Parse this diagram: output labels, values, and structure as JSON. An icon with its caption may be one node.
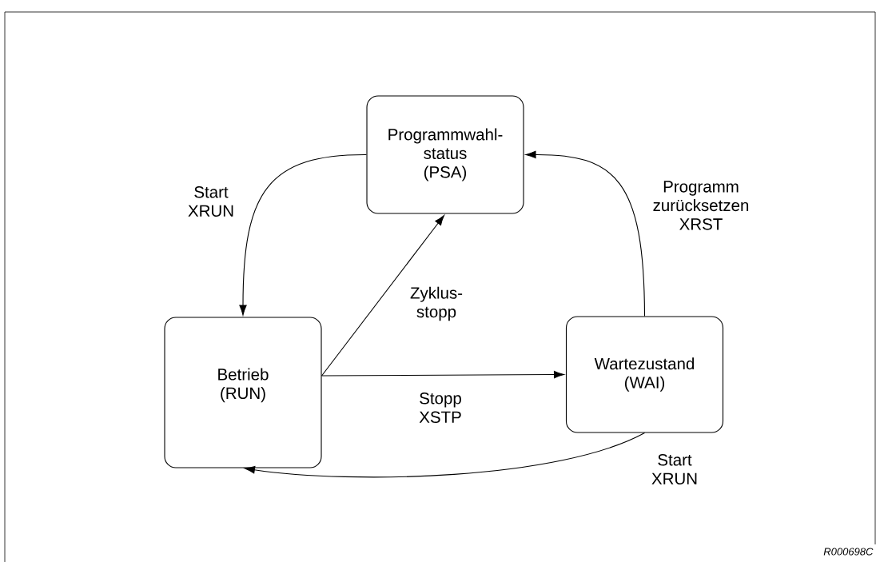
{
  "diagram": {
    "nodes": [
      {
        "text": [
          "Programmwahl- status (PSA)"
        ]
      },
      {
        "text": [
          "Betrieb (RUN)"
        ]
      },
      {
        "text": [
          "Wartezustand (WAI)"
        ]
      }
    ],
    "edges": [
      {
        "from": 0,
        "to": 1,
        "arrow": "to",
        "label": "Start XRUN"
      },
      {
        "from": 1,
        "to": 0,
        "arrow": "to",
        "label": "Zyklus- stopp"
      },
      {
        "from": 1,
        "to": 2,
        "arrow": "to",
        "label": "Stopp XSTP"
      },
      {
        "from": 2,
        "to": 0,
        "arrow": "to",
        "label": "Programm zurücksetzen XRST"
      },
      {
        "from": 2,
        "to": 1,
        "arrow": "to",
        "label": "Start XRUN"
      }
    ],
    "labels": [
      "R000698C"
    ]
  }
}
